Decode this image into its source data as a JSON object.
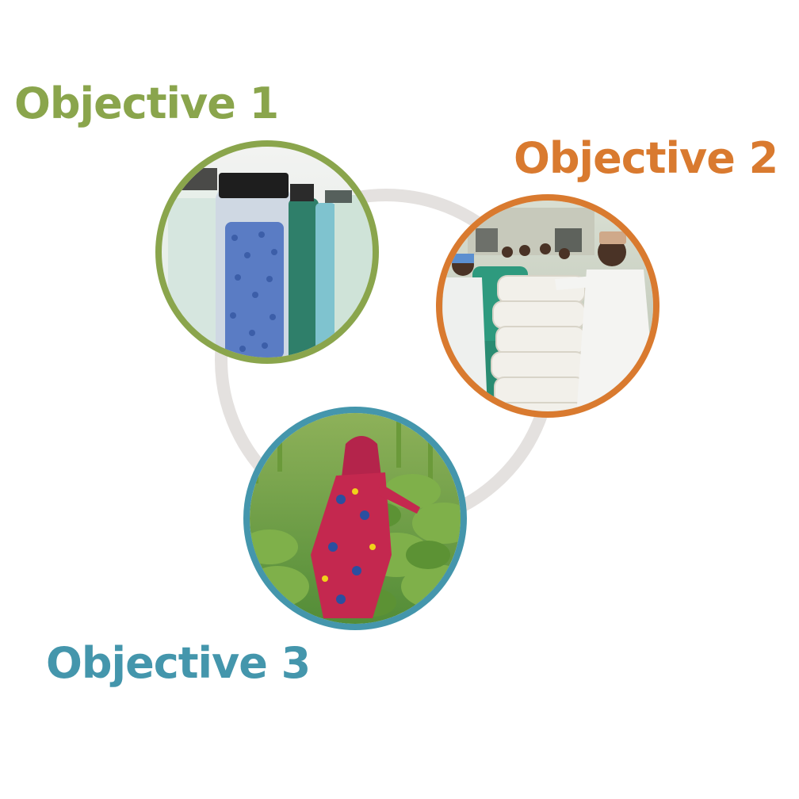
{
  "objectives": [
    {
      "label": "Objective 1",
      "color": "#8aa54c",
      "photo": "fertilizer-granules-jars-photo"
    },
    {
      "label": "Objective 2",
      "color": "#d97a2f",
      "photo": "farmers-fertilizer-bags-photo"
    },
    {
      "label": "Objective 3",
      "color": "#4496ac",
      "photo": "woman-vegetable-field-photo"
    }
  ],
  "ring_color": "#e4e1df"
}
